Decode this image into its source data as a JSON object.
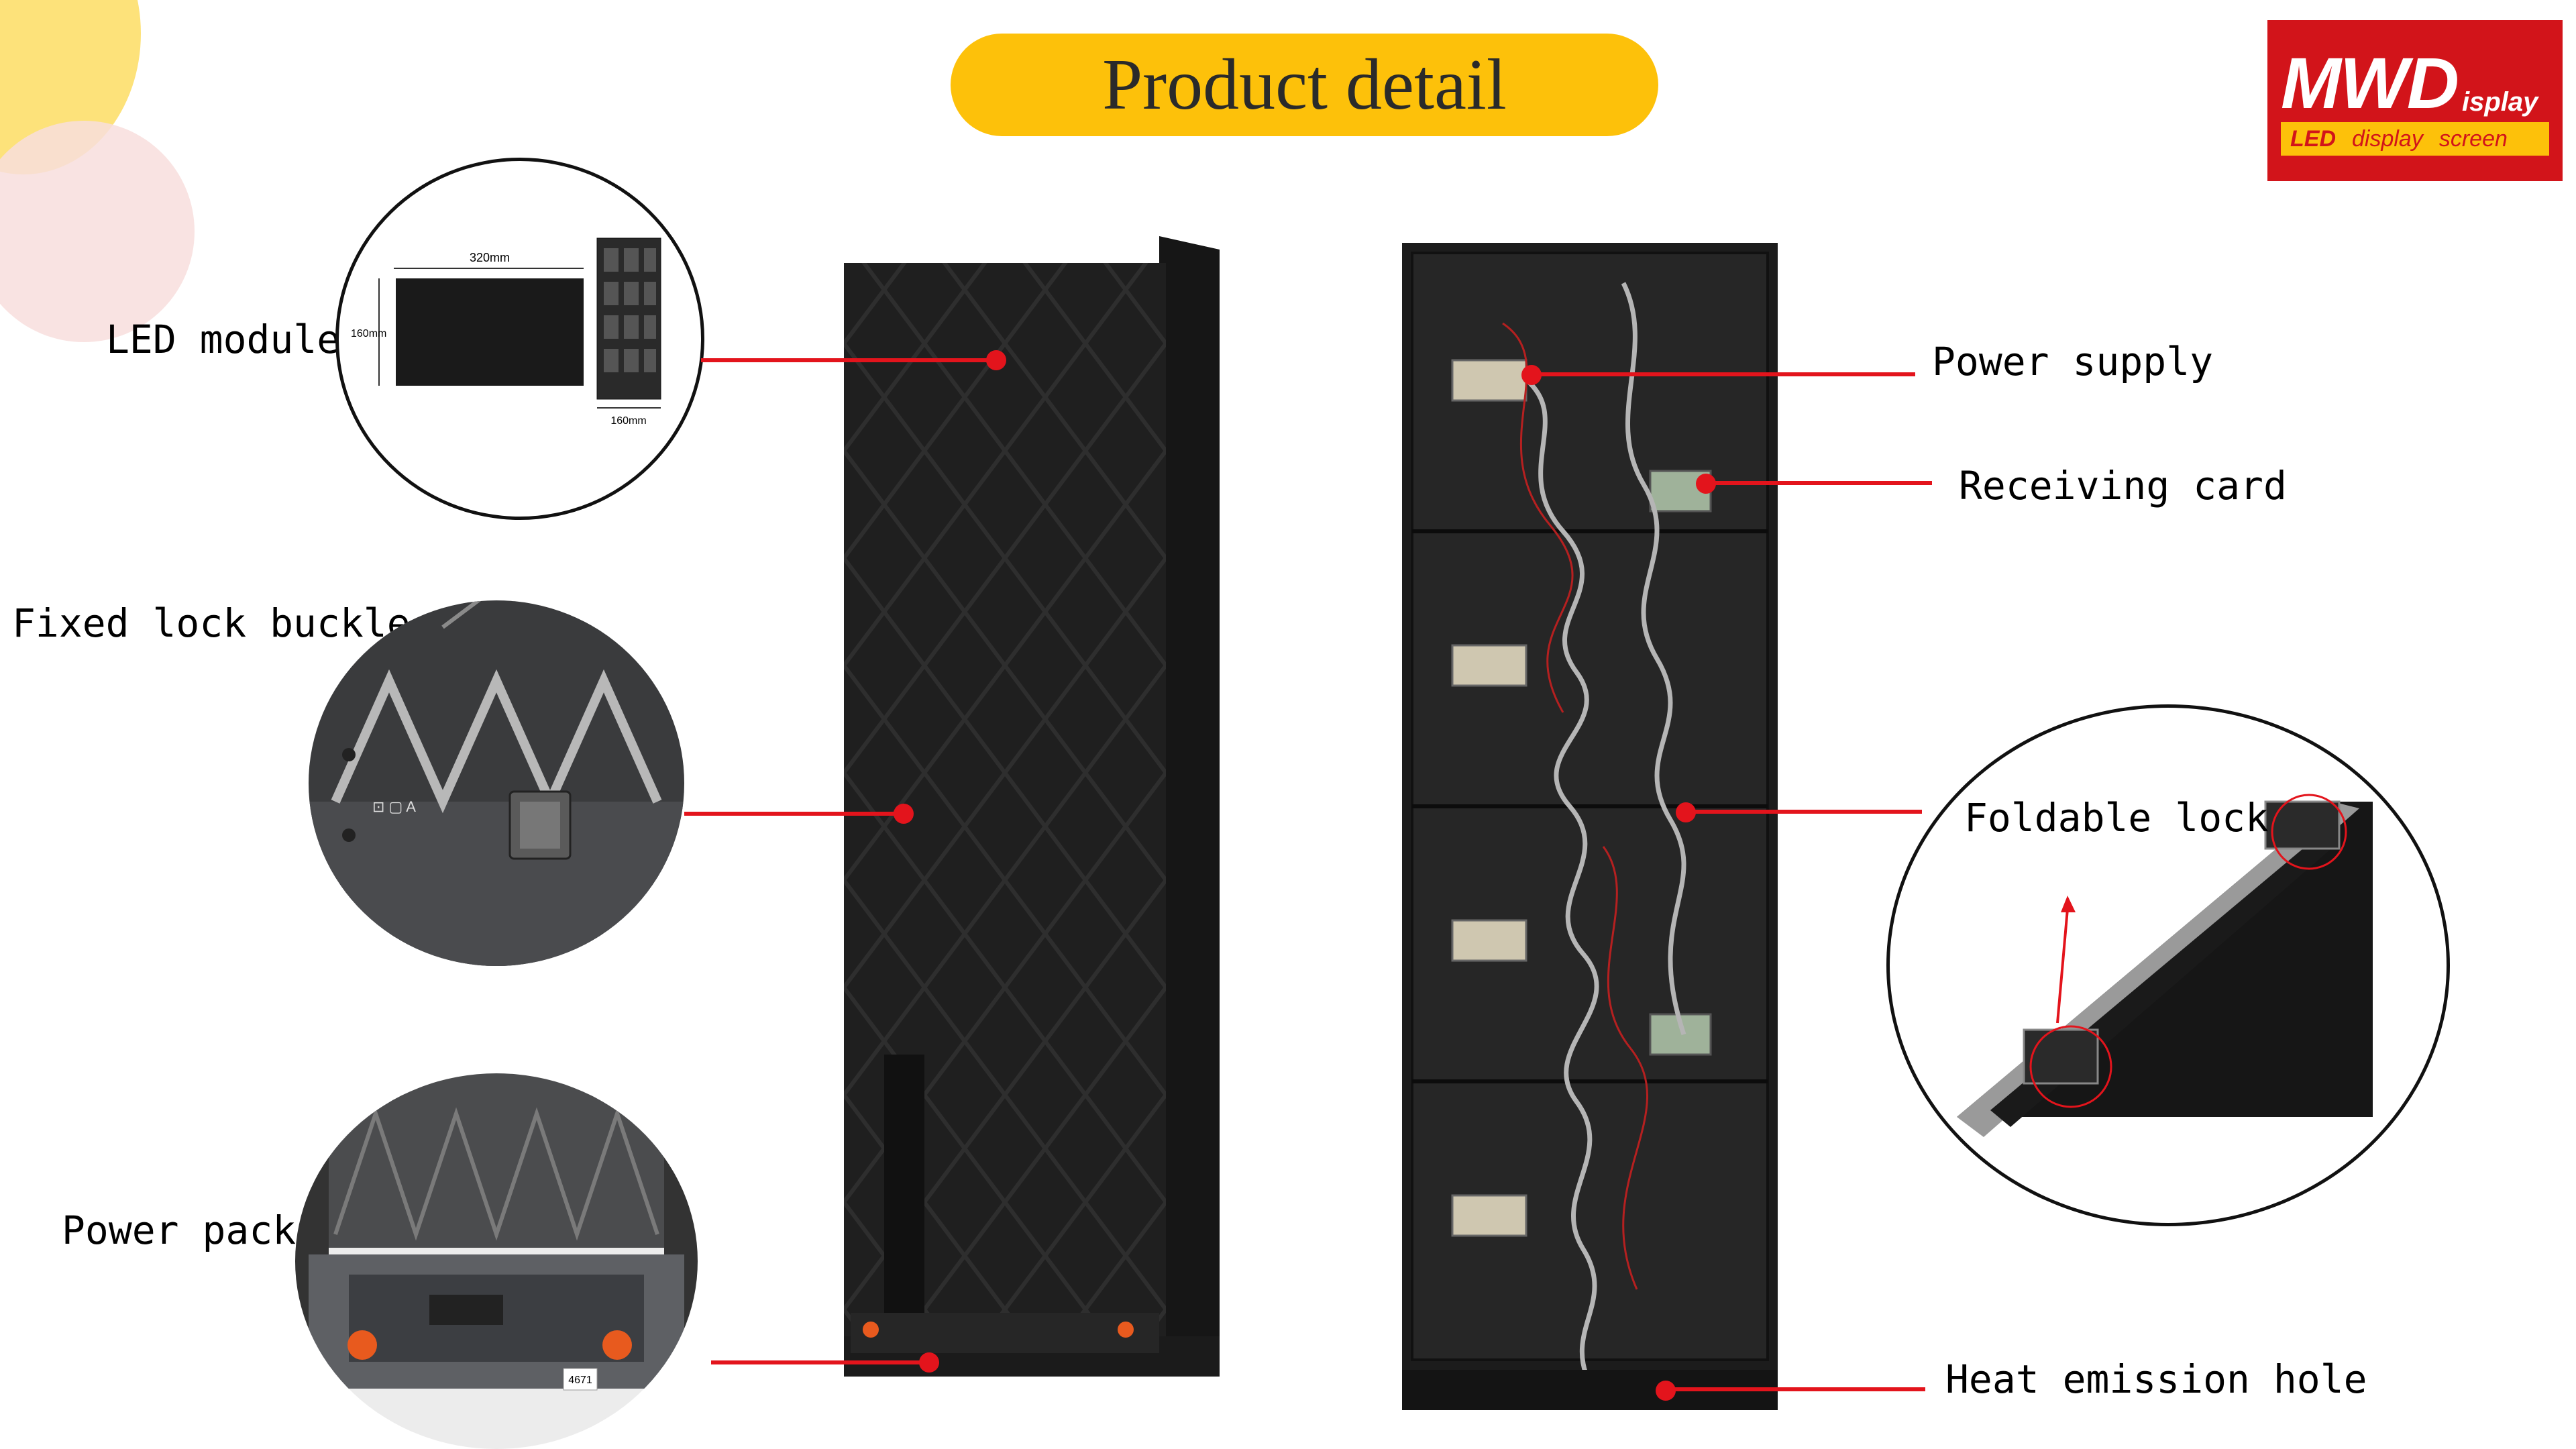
{
  "title": "Product detail",
  "logo": {
    "main": "MWD",
    "suffix": "isplay",
    "strip": [
      "LED",
      "display",
      "screen"
    ],
    "colors": {
      "red": "#d2141a",
      "yellow": "#fdc10a"
    }
  },
  "labels": {
    "led_module": "LED module",
    "fixed_lock_buckle": "Fixed lock buckle",
    "power_pack": "Power pack",
    "power_supply": "Power supply",
    "receiving_card": "Receiving card",
    "foldable_lock": "Foldable lock",
    "heat_emission_hole": "Heat emission hole"
  },
  "module_dims": {
    "width": "320mm",
    "height": "160mm",
    "depth": "160mm"
  },
  "power_pack_tag": "4671",
  "colors": {
    "accent": "#e3141c",
    "pill": "#fdc10a",
    "cabinet": "#1f1f1f"
  }
}
